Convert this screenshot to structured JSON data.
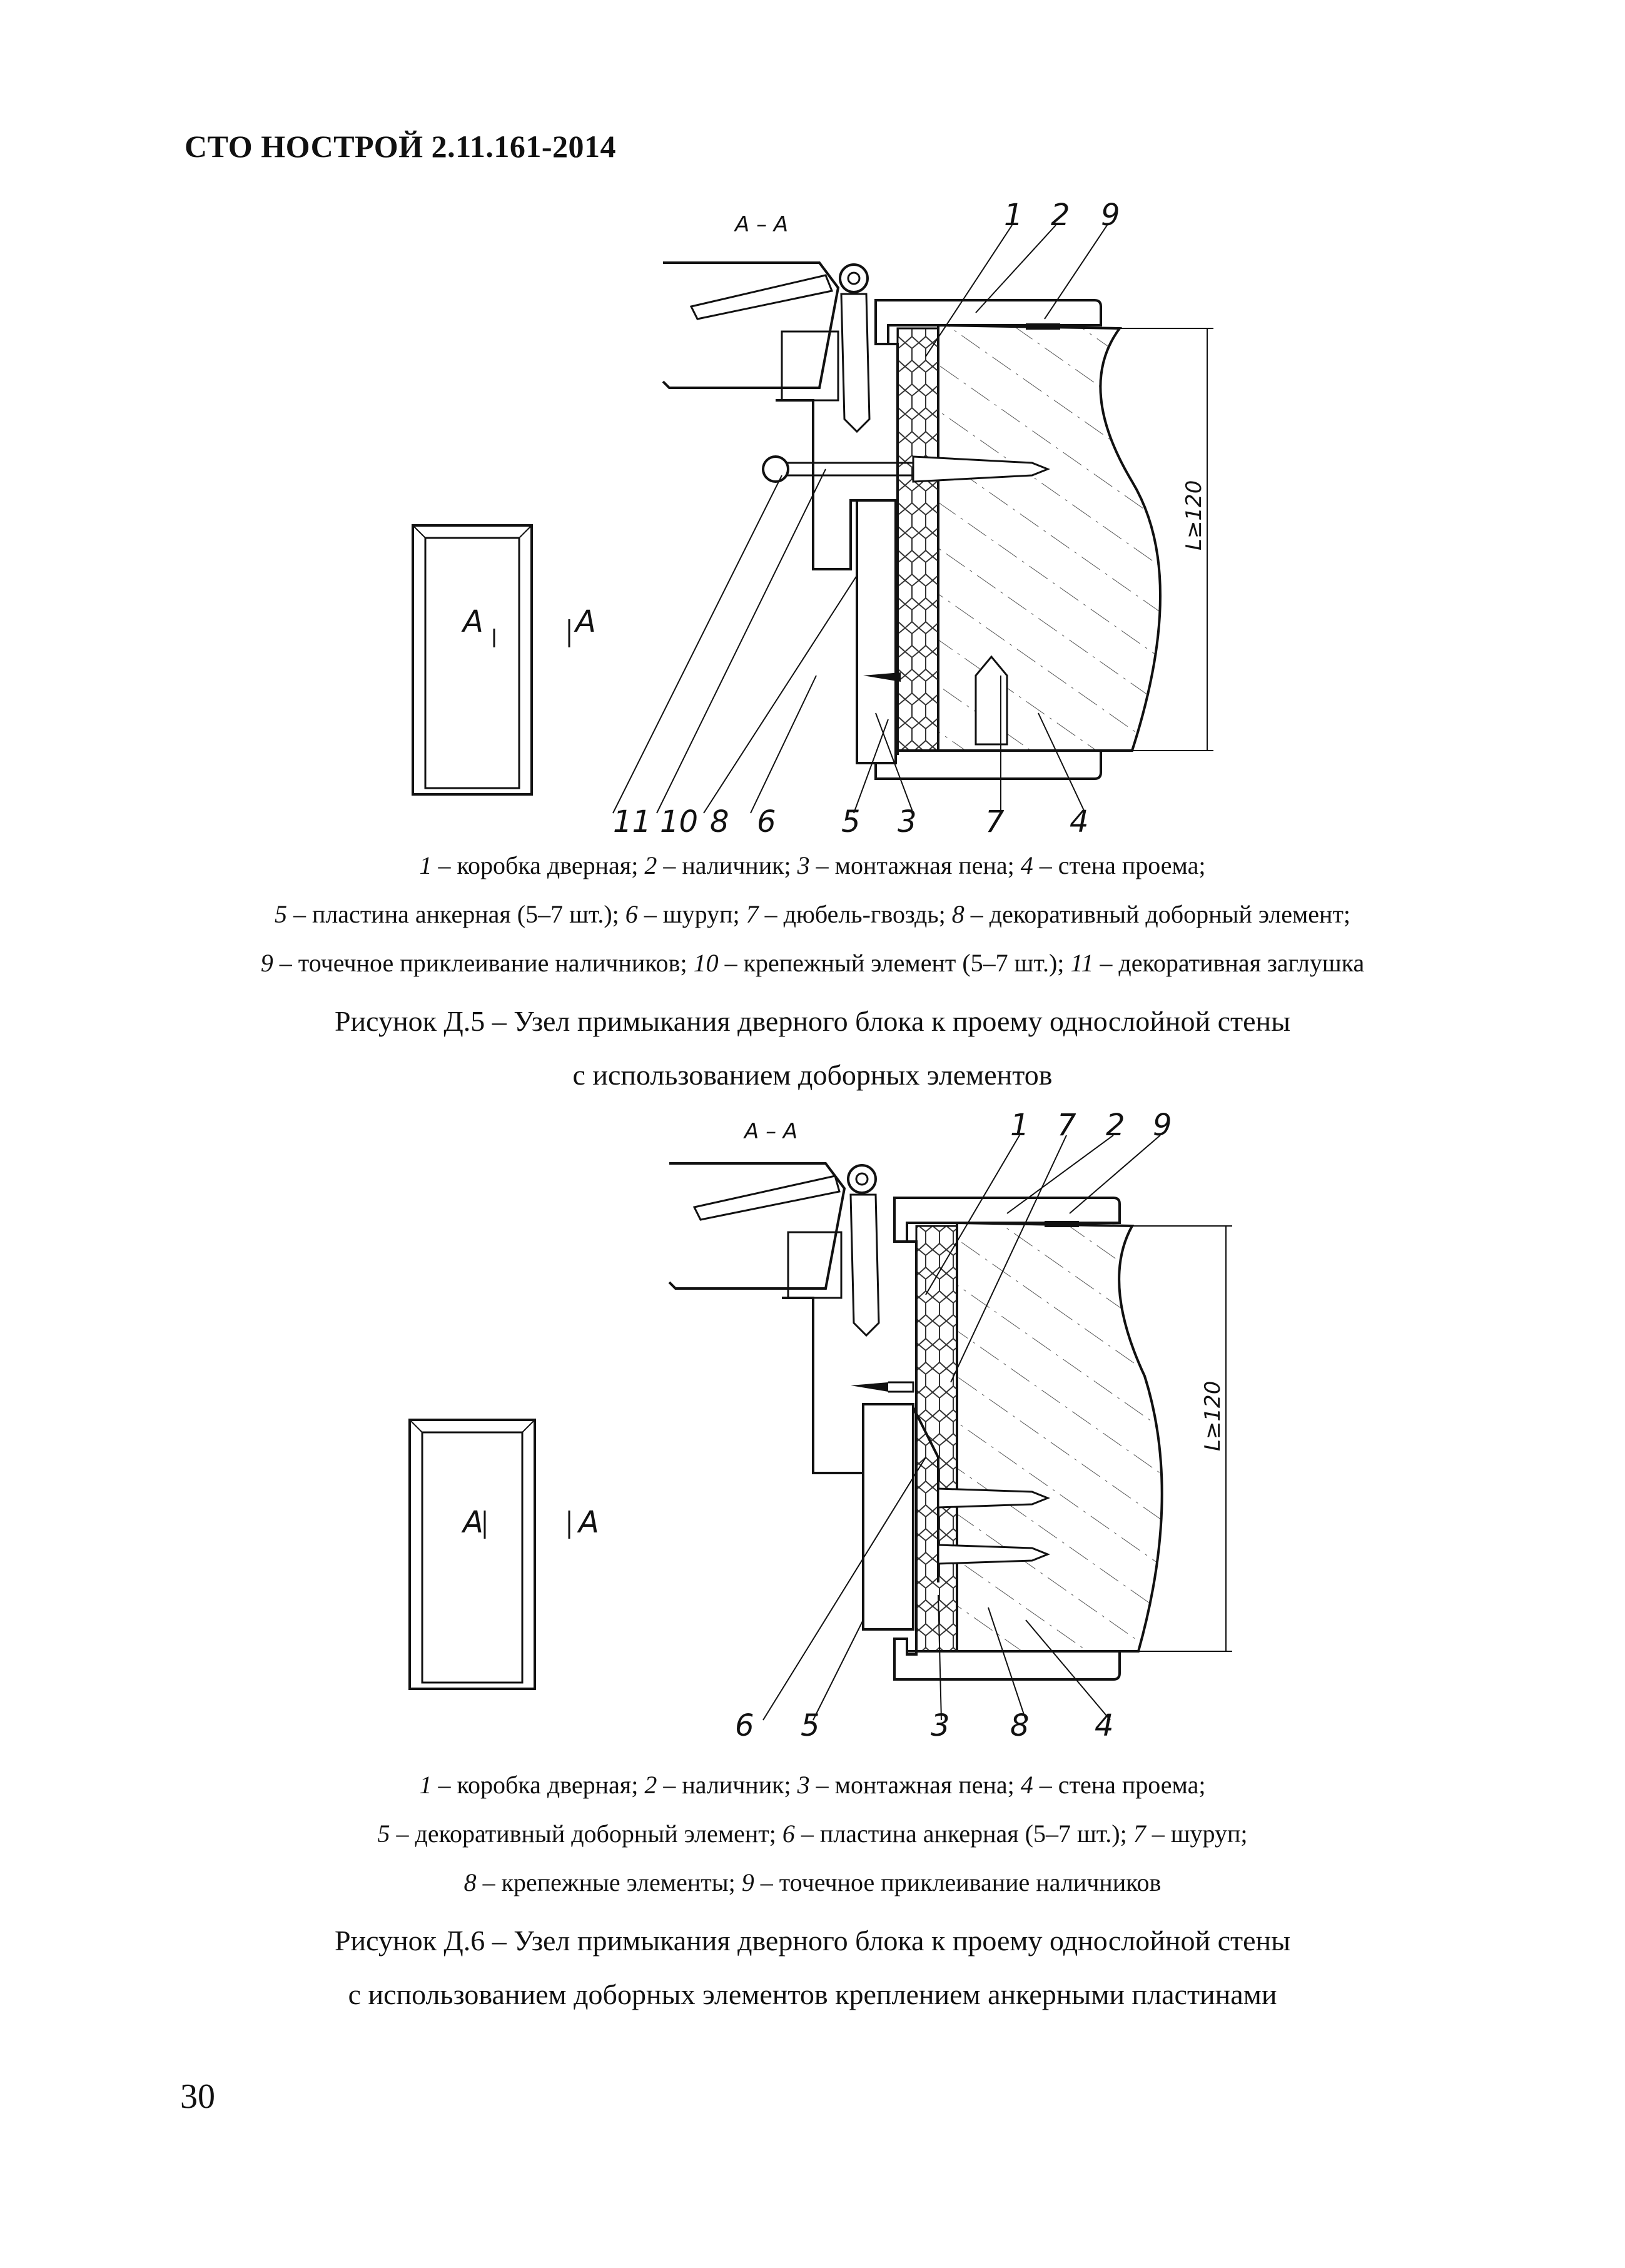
{
  "header": "СТО НОСТРОЙ 2.11.161-2014",
  "page_number": "30",
  "figure5": {
    "section_label": "А – А",
    "view_mark": "А",
    "dimension": "L≥120",
    "callouts_top": [
      "1",
      "2",
      "9"
    ],
    "callouts_bottom": [
      "11",
      "10",
      "8",
      "6",
      "5",
      "3",
      "7",
      "4"
    ],
    "legend": [
      [
        {
          "n": "1",
          "t": " – коробка дверная; "
        },
        {
          "n": "2",
          "t": " – наличник; "
        },
        {
          "n": "3",
          "t": " – монтажная пена; "
        },
        {
          "n": "4",
          "t": " – стена проема;"
        }
      ],
      [
        {
          "n": "5",
          "t": " – пластина анкерная (5–7 шт.); "
        },
        {
          "n": "6",
          "t": " – шуруп; "
        },
        {
          "n": "7",
          "t": " – дюбель-гвоздь; "
        },
        {
          "n": "8",
          "t": " – декоративный доборный элемент;"
        }
      ],
      [
        {
          "n": "9",
          "t": " – точечное приклеивание наличников; "
        },
        {
          "n": "10",
          "t": " – крепежный элемент (5–7 шт.); "
        },
        {
          "n": "11",
          "t": " – декоративная заглушка"
        }
      ]
    ],
    "caption_line1": "Рисунок Д.5 – Узел примыкания дверного блока к проему однослойной стены",
    "caption_line2": "с использованием доборных элементов"
  },
  "figure6": {
    "section_label": "А – А",
    "view_mark": "А",
    "dimension": "L≥120",
    "callouts_top": [
      "1",
      "7",
      "2",
      "9"
    ],
    "callouts_bottom": [
      "6",
      "5",
      "3",
      "8",
      "4"
    ],
    "legend": [
      [
        {
          "n": "1",
          "t": " – коробка дверная; "
        },
        {
          "n": "2",
          "t": " – наличник; "
        },
        {
          "n": "3",
          "t": " – монтажная пена; "
        },
        {
          "n": "4",
          "t": " – стена проема;"
        }
      ],
      [
        {
          "n": "5",
          "t": " – декоративный доборный элемент; "
        },
        {
          "n": "6",
          "t": " – пластина анкерная (5–7 шт.); "
        },
        {
          "n": "7",
          "t": " – шуруп;"
        }
      ],
      [
        {
          "n": "8",
          "t": " – крепежные элементы; "
        },
        {
          "n": "9",
          "t": " – точечное приклеивание наличников"
        }
      ]
    ],
    "caption_line1": "Рисунок Д.6 – Узел примыкания дверного блока к проему однослойной стены",
    "caption_line2": "с использованием доборных элементов креплением анкерными пластинами"
  }
}
